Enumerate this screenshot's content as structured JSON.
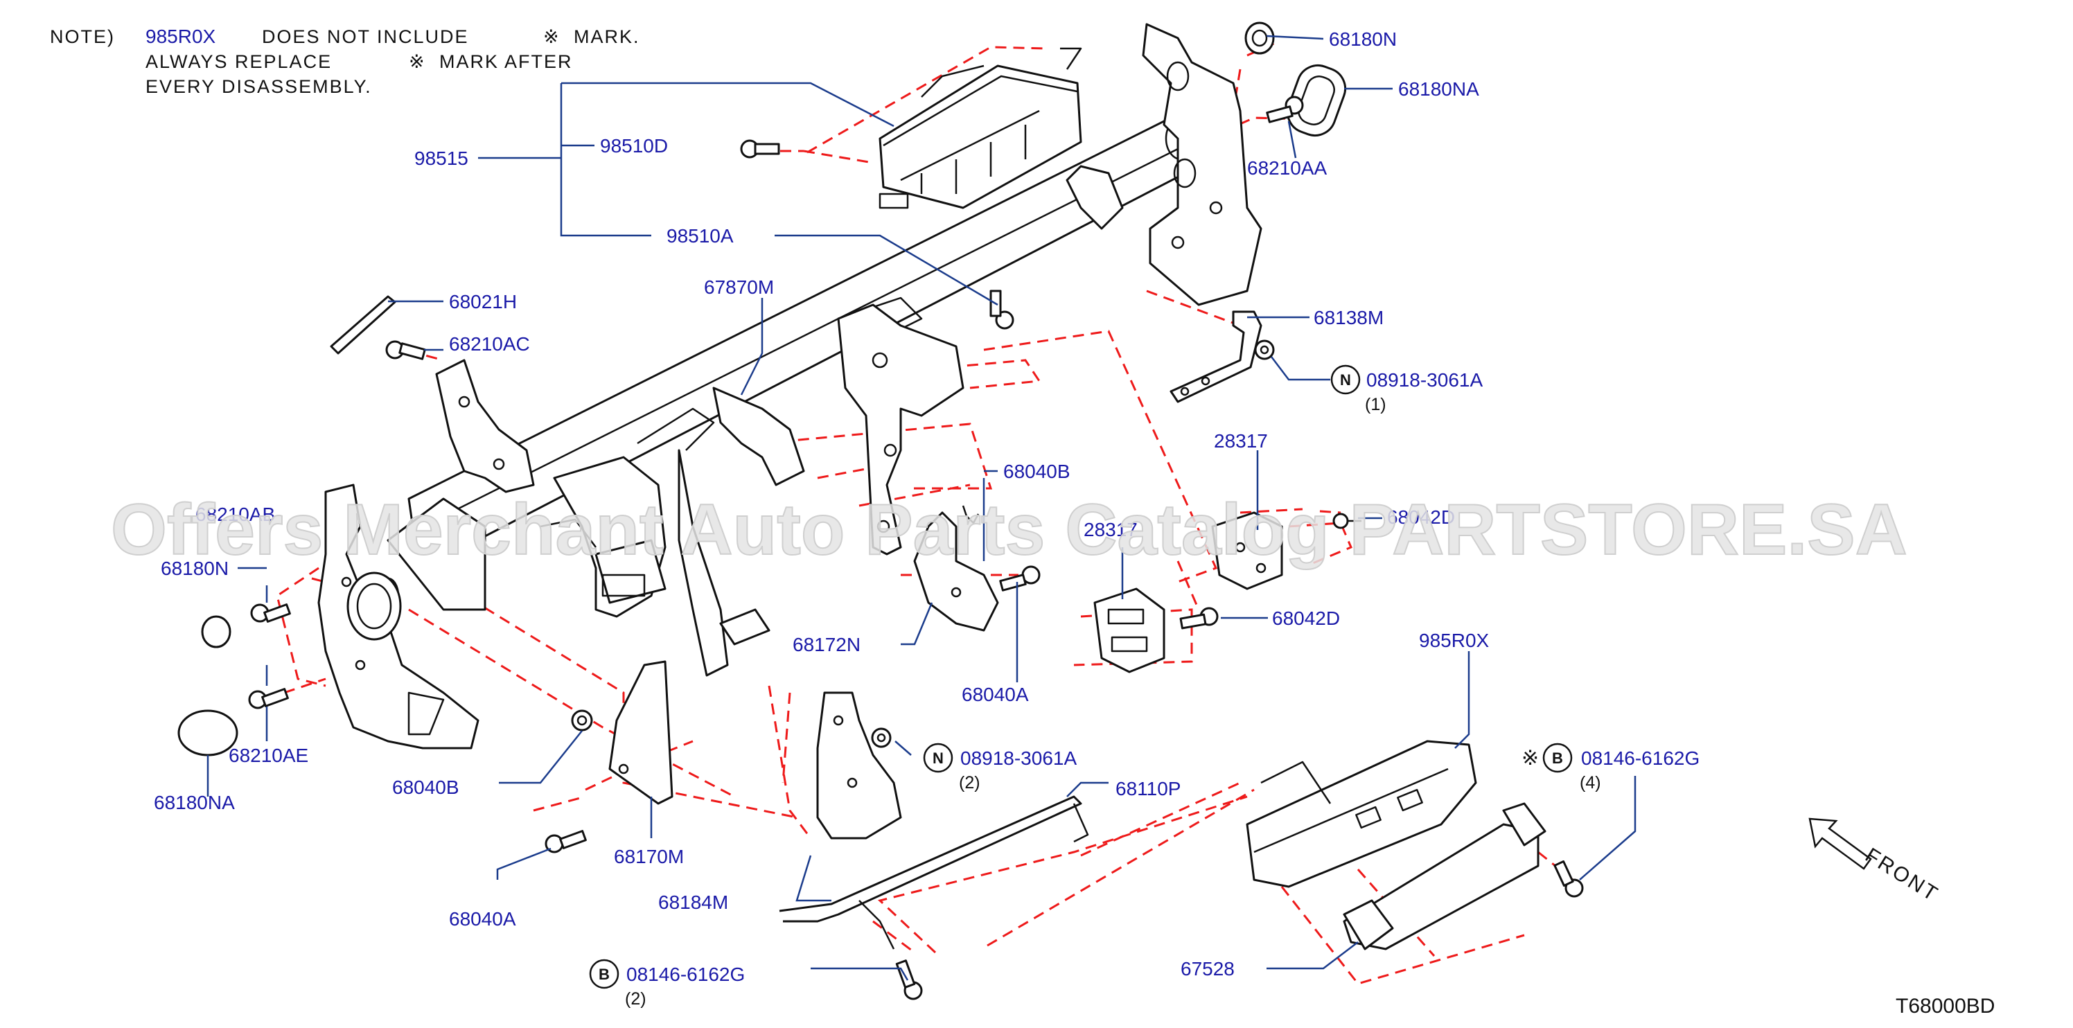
{
  "note": {
    "prefix": "NOTE)",
    "line1_part": "985R0X",
    "line1_rest": "DOES  NOT  INCLUDE",
    "line1_mark": "MARK.",
    "line2_a": "ALWAYS  REPLACE",
    "line2_b": "MARK  AFTER",
    "line3": "EVERY  DISASSEMBLY.",
    "mark_symbol": "※"
  },
  "labels": {
    "l_98515": "98515",
    "l_98510D": "98510D",
    "l_98510A": "98510A",
    "l_68180N_top": "68180N",
    "l_68180NA_top": "68180NA",
    "l_68210AA": "68210AA",
    "l_68138M": "68138M",
    "l_08918_top": "08918-3061A",
    "l_08918_top_qty": "(1)",
    "l_68021H": "68021H",
    "l_68210AC": "68210AC",
    "l_67870M": "67870M",
    "l_28317_top": "28317",
    "l_28317_mid": "28317",
    "l_68042D_top": "68042D",
    "l_68042D": "68042D",
    "l_68040B_top": "68040B",
    "l_68210AB": "68210AB",
    "l_68180N": "68180N",
    "l_68180NA": "68180NA",
    "l_68210AE": "68210AE",
    "l_68172N": "68172N",
    "l_68040A_mid": "68040A",
    "l_985R0X": "985R0X",
    "l_08146_right": "08146-6162G",
    "l_08146_right_qty": "(4)",
    "l_08918_mid": "08918-3061A",
    "l_08918_mid_qty": "(2)",
    "l_68110P": "68110P",
    "l_68040B_bot": "68040B",
    "l_68170M": "68170M",
    "l_68184M": "68184M",
    "l_68040A_bot": "68040A",
    "l_08146_bot": "08146-6162G",
    "l_08146_bot_qty": "(2)",
    "l_67528": "67528"
  },
  "symbols": {
    "nut": "N",
    "bolt": "B",
    "mark": "※"
  },
  "front_label": "FRONT",
  "diagram_code": "T68000BD",
  "watermark": "Offers Merchant Auto Parts Catalog PARTSTORE.SA",
  "colors": {
    "part_number": "#1a1aa8",
    "leader": "#1b3c8c",
    "dash": "#ee1a1a",
    "line": "#111111"
  }
}
